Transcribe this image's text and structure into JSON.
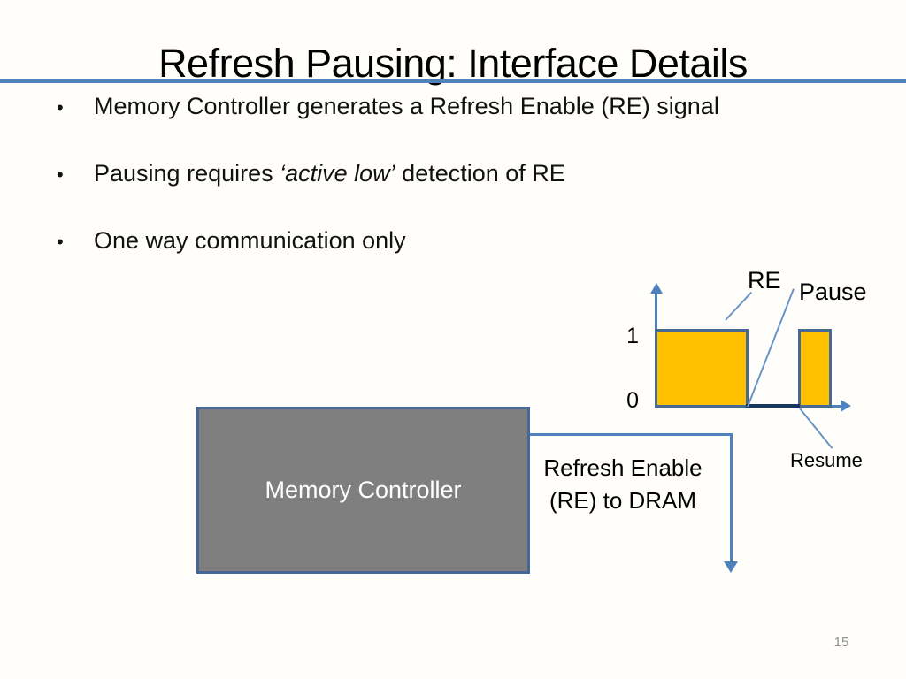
{
  "slide": {
    "title": "Refresh Pausing: Interface Details",
    "bullet_char": "•",
    "bullets": [
      {
        "pre": "Memory Controller generates a Refresh Enable (RE) signal",
        "italic": "",
        "post": ""
      },
      {
        "pre": "Pausing requires ",
        "italic": "‘active low’",
        "post": " detection of RE"
      },
      {
        "pre": "One way communication only",
        "italic": "",
        "post": ""
      }
    ],
    "page_number": "15"
  },
  "waveform": {
    "tick_high": "1",
    "tick_low": "0",
    "label_re": "RE",
    "label_pause": "Pause",
    "label_resume": "Resume",
    "pulse_color": "#FFC000",
    "axis_color": "#4F81BD",
    "low_segment_color": "#17375E"
  },
  "block_diagram": {
    "controller_label": "Memory Controller",
    "signal_label_line1": "Refresh Enable",
    "signal_label_line2": "(RE) to DRAM",
    "box_fill": "#7F7F7F",
    "connector_color": "#4F81BD"
  }
}
